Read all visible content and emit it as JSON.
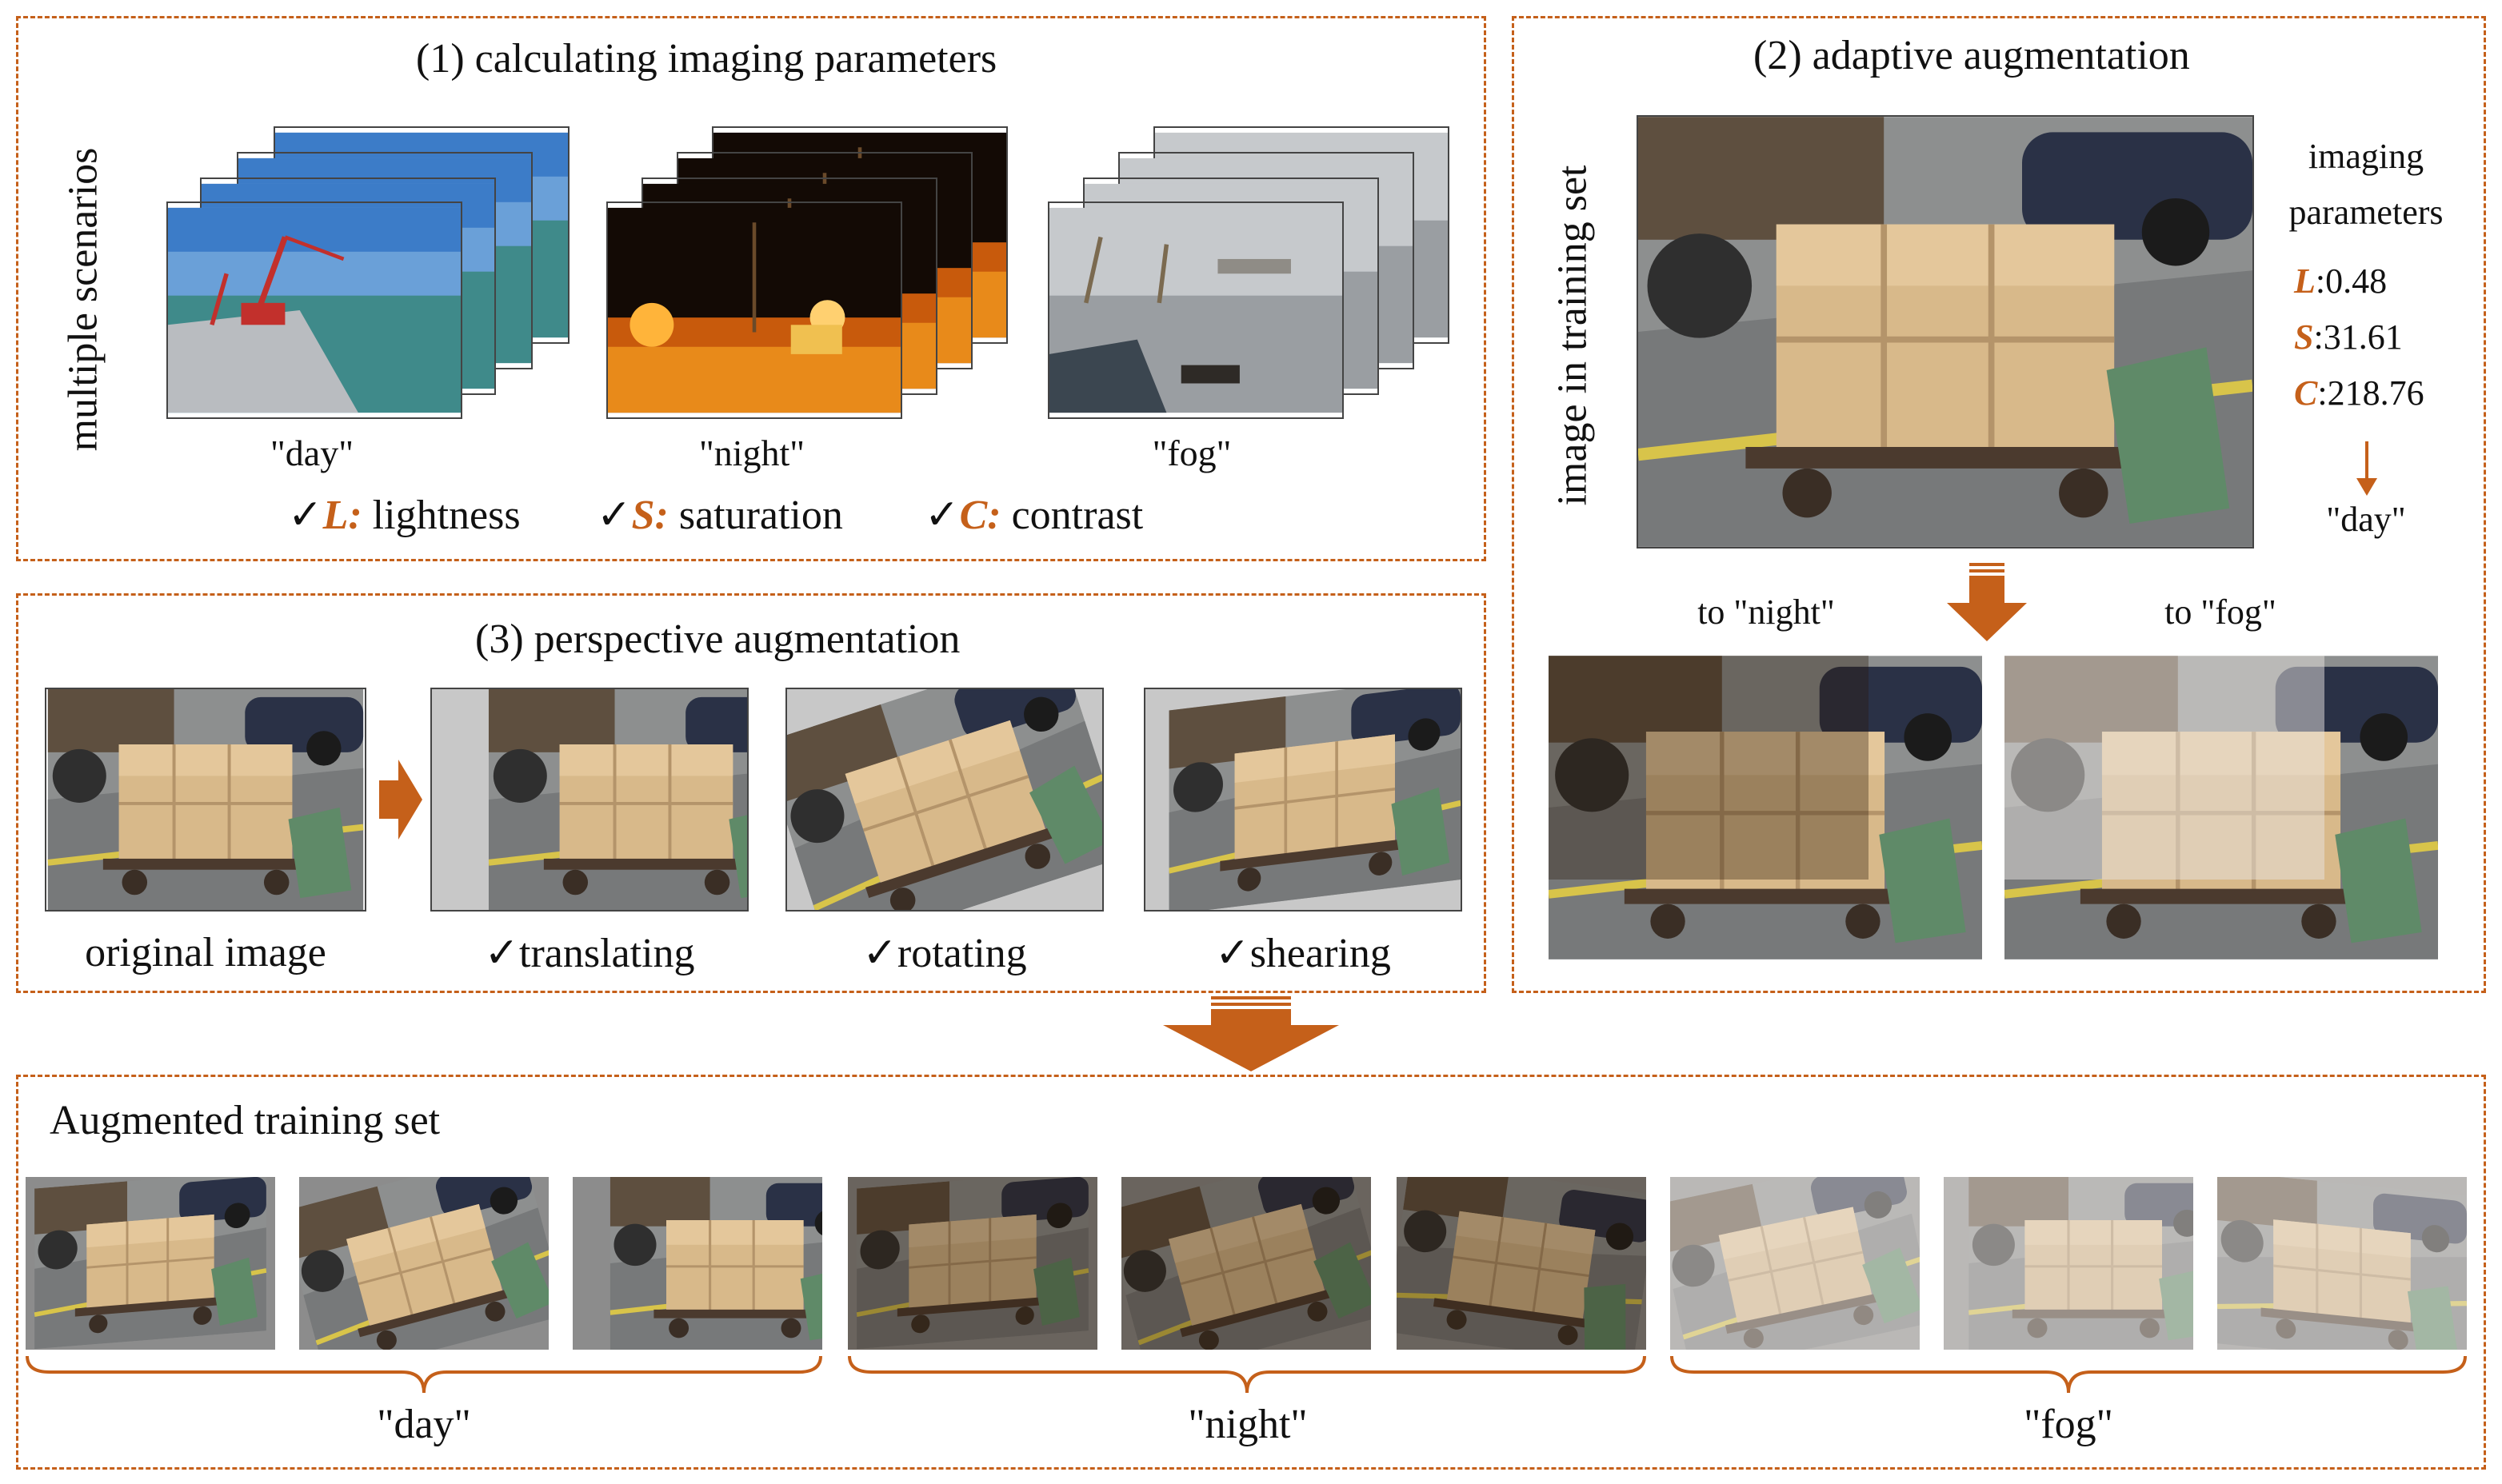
{
  "panel1": {
    "title": "(1) calculating imaging parameters",
    "side_label": "multiple scenarios",
    "scenes": [
      "\"day\"",
      "\"night\"",
      "\"fog\""
    ],
    "params": [
      {
        "check": "✓",
        "letter": "L",
        "sep": ":",
        "name": " lightness"
      },
      {
        "check": "✓",
        "letter": "S",
        "sep": ":",
        "name": " saturation"
      },
      {
        "check": "✓",
        "letter": "C",
        "sep": ":",
        "name": " contrast"
      }
    ]
  },
  "panel2": {
    "title": "(2) adaptive augmentation",
    "side_label": "image in training set",
    "param_header_1": "imaging",
    "param_header_2": "parameters",
    "values": [
      {
        "letter": "L",
        "value": ":0.48"
      },
      {
        "letter": "S",
        "value": ":31.61"
      },
      {
        "letter": "C",
        "value": ":218.76"
      }
    ],
    "result": "\"day\"",
    "to_night": "to \"night\"",
    "to_fog": "to \"fog\""
  },
  "panel3": {
    "title": "(3) perspective augmentation",
    "captions": [
      "original image",
      "✓translating",
      "✓rotating",
      "✓shearing"
    ]
  },
  "panel4": {
    "title": "Augmented training set",
    "groups": [
      "\"day\"",
      "\"night\"",
      "\"fog\""
    ]
  },
  "colors": {
    "accent": "#c5601a",
    "frame": "#c5601a"
  }
}
